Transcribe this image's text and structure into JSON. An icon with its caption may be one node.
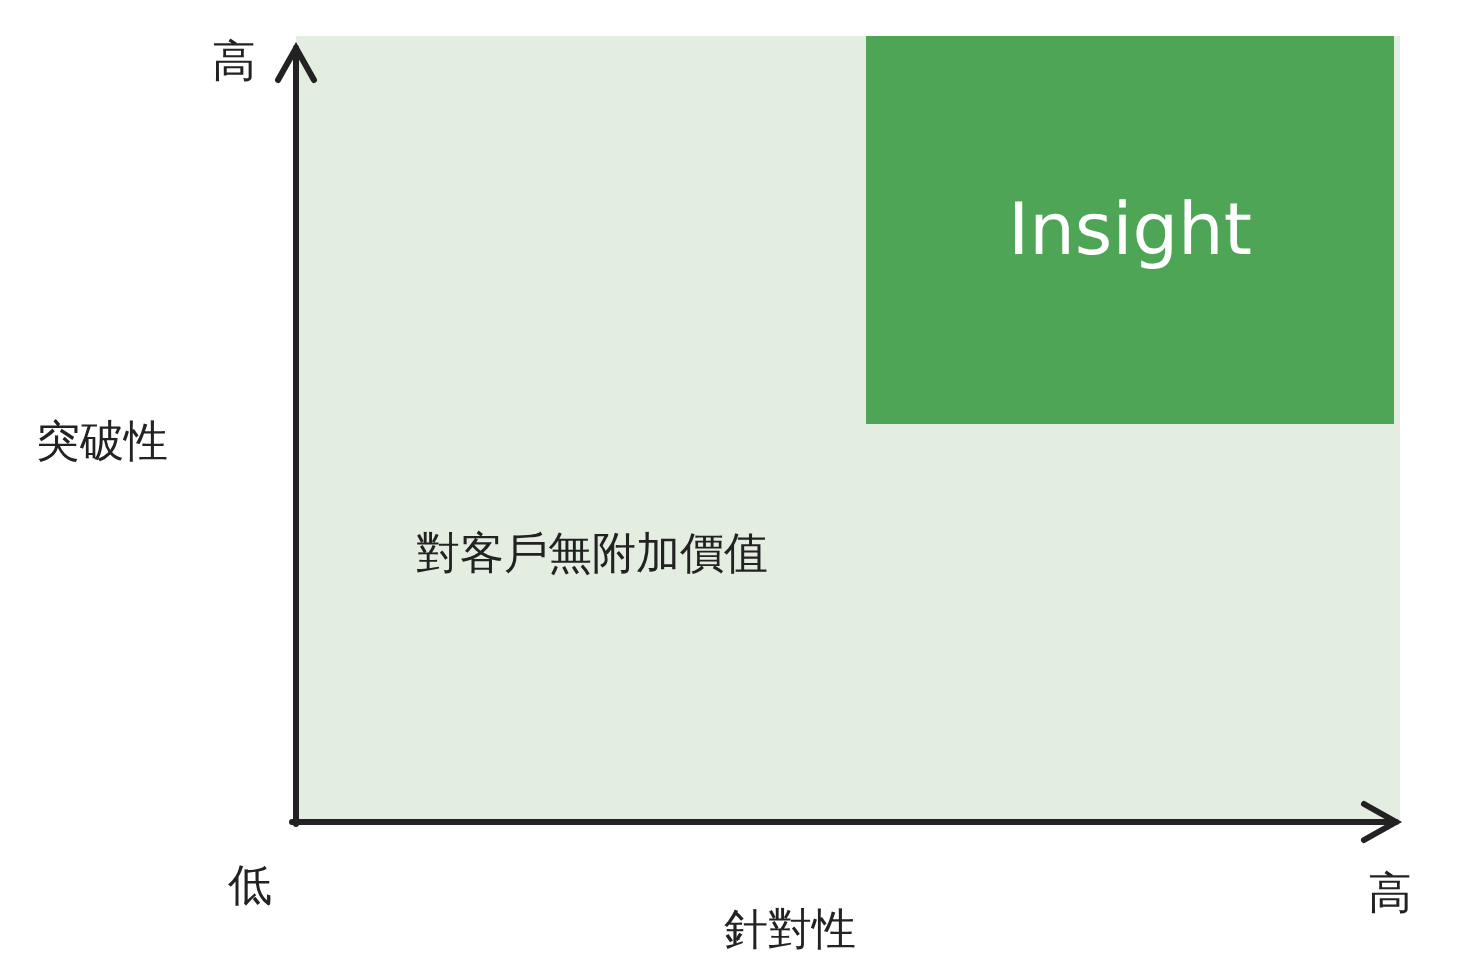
{
  "diagram": {
    "nodes": [
      {
        "text": [
          "對客戶無附加價值"
        ]
      },
      {
        "text": [
          "Insight"
        ],
        "in": 0
      }
    ],
    "labels": [
      "高",
      "突破性",
      "低",
      "針對性",
      "高"
    ]
  }
}
